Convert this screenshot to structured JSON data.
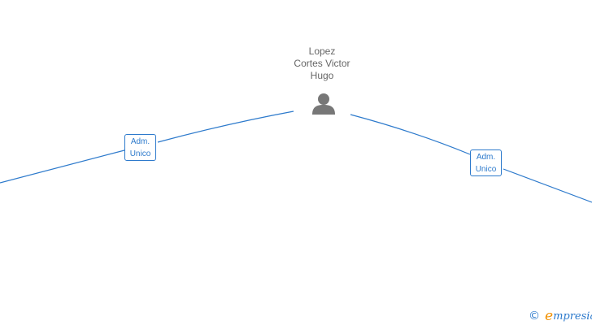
{
  "person": {
    "name_lines": [
      "Lopez",
      "Cortes Victor",
      "Hugo"
    ],
    "icon": "person-icon"
  },
  "roles": [
    {
      "line1": "Adm.",
      "line2": "Unico"
    },
    {
      "line1": "Adm.",
      "line2": "Unico"
    }
  ],
  "brand": {
    "copyright_symbol": "©",
    "e_letter": "e",
    "rest": "mpresia"
  },
  "colors": {
    "line": "#2d7acc",
    "person": "#777777",
    "accent": "#f29100"
  }
}
